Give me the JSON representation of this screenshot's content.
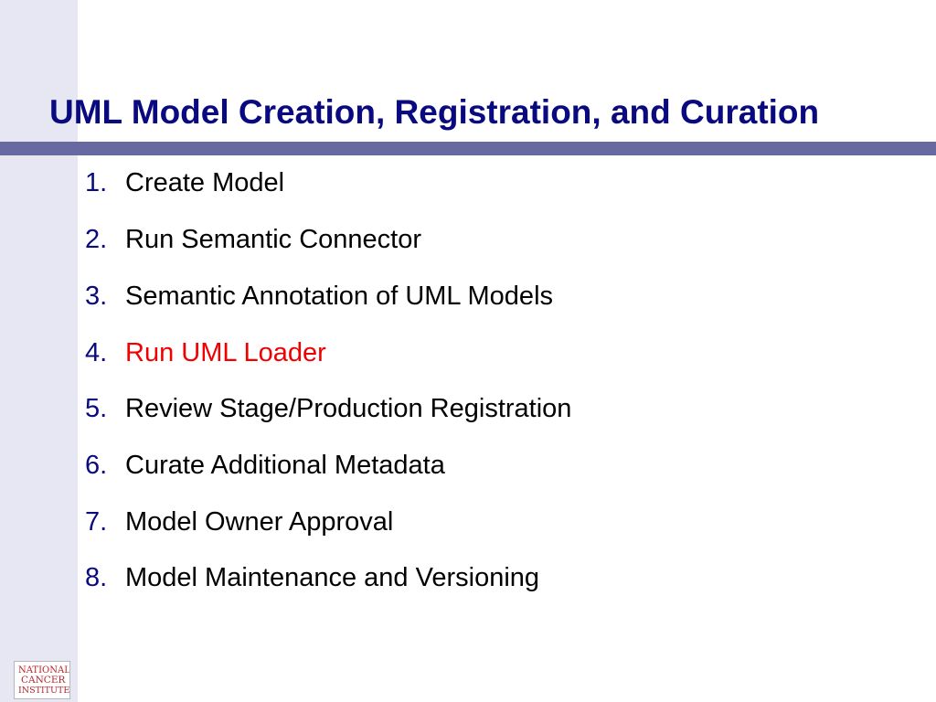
{
  "slide": {
    "title": "UML Model Creation, Registration, and Curation",
    "steps": [
      {
        "number": "1.",
        "label": "Create Model",
        "highlighted": false
      },
      {
        "number": "2.",
        "label": "Run Semantic Connector",
        "highlighted": false
      },
      {
        "number": "3.",
        "label": "Semantic Annotation of UML Models",
        "highlighted": false
      },
      {
        "number": "4.",
        "label": "Run UML Loader",
        "highlighted": true
      },
      {
        "number": "5.",
        "label": "Review Stage/Production Registration",
        "highlighted": false
      },
      {
        "number": "6.",
        "label": "Curate Additional Metadata",
        "highlighted": false
      },
      {
        "number": "7.",
        "label": "Model Owner Approval",
        "highlighted": false
      },
      {
        "number": "8.",
        "label": "Model Maintenance and Versioning",
        "highlighted": false
      }
    ]
  },
  "logo": {
    "name": "national-cancer-institute-logo",
    "lines": [
      "NATIONAL",
      "CANCER",
      "INSTITUTE"
    ]
  },
  "colors": {
    "title": "#0a0a80",
    "rule": "#6869a0",
    "left_panel": "#e6e7f2",
    "number": "#0a0a80",
    "text": "#000000",
    "highlight": "#f00000",
    "logo": "#b5262d"
  }
}
